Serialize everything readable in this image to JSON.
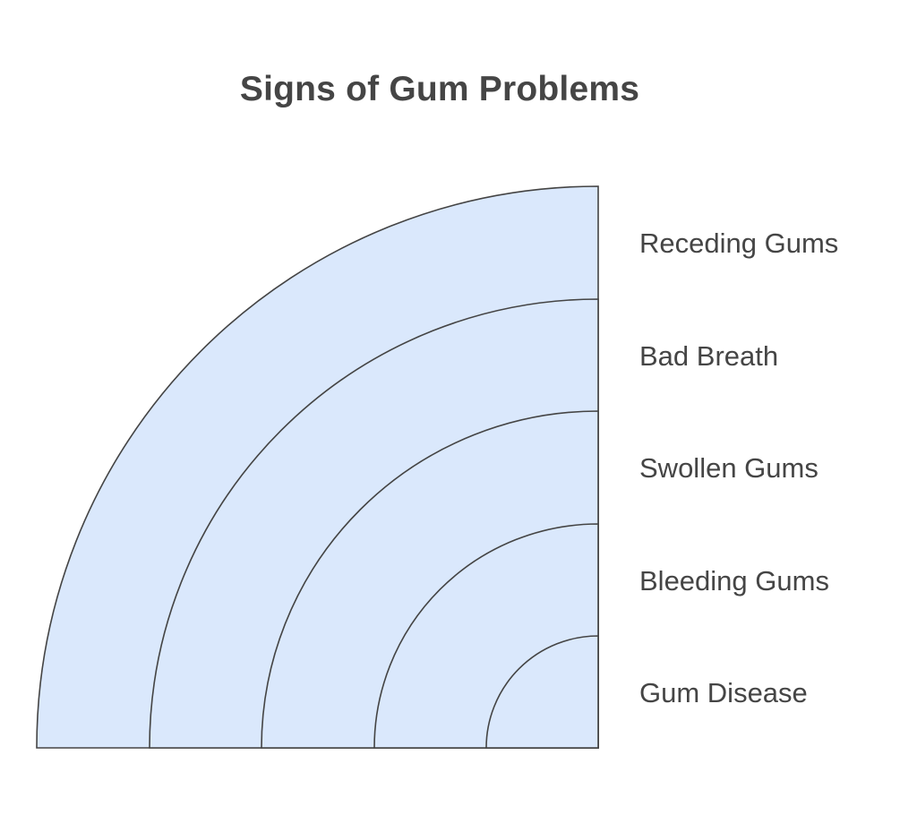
{
  "diagram": {
    "title": "Signs of Gum Problems",
    "type": "concentric-quarter-rings",
    "fill_color": "#dae8fc",
    "stroke_color": "#444444",
    "layers": [
      {
        "label": "Receding Gums",
        "order": 5
      },
      {
        "label": "Bad Breath",
        "order": 4
      },
      {
        "label": "Swollen Gums",
        "order": 3
      },
      {
        "label": "Bleeding Gums",
        "order": 2
      },
      {
        "label": "Gum Disease",
        "order": 1
      }
    ]
  }
}
